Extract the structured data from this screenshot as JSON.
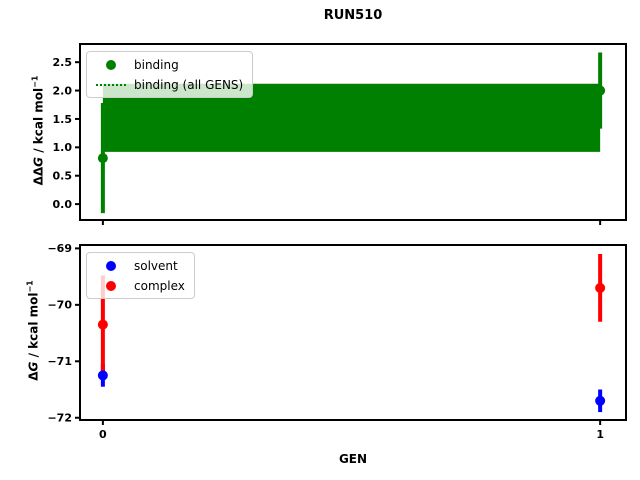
{
  "title": "RUN510",
  "xlabel": "GEN",
  "colors": {
    "binding_green": "#008000",
    "solvent_blue": "#0000ff",
    "complex_red": "#ff0000",
    "axis_black": "#000000",
    "legend_border": "#cccccc"
  },
  "chart_data": [
    {
      "id": "ddg",
      "type": "scatter",
      "title": "RUN510",
      "ylabel_text": "ΔΔG / kcal mol⁻¹",
      "ylabel": {
        "prefix": "ΔΔ",
        "var": "G",
        "unit": " / kcal mol",
        "sup": "−1"
      },
      "ylim": [
        -0.28,
        2.82
      ],
      "xlim": [
        -0.046,
        1.052
      ],
      "yticks": [
        {
          "v": 0.0,
          "label": "0.0"
        },
        {
          "v": 0.5,
          "label": "0.5"
        },
        {
          "v": 1.0,
          "label": "1.0"
        },
        {
          "v": 1.5,
          "label": "1.5"
        },
        {
          "v": 2.0,
          "label": "2.0"
        },
        {
          "v": 2.5,
          "label": "2.5"
        }
      ],
      "xticks": [
        {
          "v": 0,
          "label": ""
        },
        {
          "v": 1,
          "label": ""
        }
      ],
      "band": {
        "x0": 0,
        "x1": 1,
        "lo": 0.92,
        "hi": 2.12,
        "color": "#008000",
        "label": "binding (all GENS)"
      },
      "series": [
        {
          "name": "binding",
          "color": "#008000",
          "points": [
            {
              "x": 0,
              "y": 0.81,
              "err_lo": 0.97,
              "err_hi": 0.97
            },
            {
              "x": 1,
              "y": 2.0,
              "err_lo": 0.67,
              "err_hi": 0.67
            }
          ]
        }
      ],
      "legend": [
        {
          "label": "binding",
          "marker": "dot",
          "color": "#008000"
        },
        {
          "label": "binding (all GENS)",
          "marker": "dotted-line",
          "color": "#008000"
        }
      ],
      "legend_position": "upper-left",
      "grid": false
    },
    {
      "id": "dg",
      "type": "scatter",
      "xlabel": "GEN",
      "ylabel_text": "ΔG / kcal mol⁻¹",
      "ylabel": {
        "prefix": "Δ",
        "var": "G",
        "unit": " / kcal mol",
        "sup": "−1"
      },
      "ylim": [
        -72.04,
        -68.94
      ],
      "xlim": [
        -0.046,
        1.052
      ],
      "yticks": [
        {
          "v": -72,
          "label": "−72"
        },
        {
          "v": -71,
          "label": "−71"
        },
        {
          "v": -70,
          "label": "−70"
        },
        {
          "v": -69,
          "label": "−69"
        }
      ],
      "xticks": [
        {
          "v": 0,
          "label": "0"
        },
        {
          "v": 1,
          "label": "1"
        }
      ],
      "series": [
        {
          "name": "solvent",
          "color": "#0000ff",
          "points": [
            {
              "x": 0,
              "y": -71.25,
              "err_lo": 0.2,
              "err_hi": 0.2
            },
            {
              "x": 1,
              "y": -71.7,
              "err_lo": 0.2,
              "err_hi": 0.2
            }
          ]
        },
        {
          "name": "complex",
          "color": "#ff0000",
          "points": [
            {
              "x": 0,
              "y": -70.35,
              "err_lo": 0.87,
              "err_hi": 0.87
            },
            {
              "x": 1,
              "y": -69.7,
              "err_lo": 0.6,
              "err_hi": 0.6
            }
          ]
        }
      ],
      "legend": [
        {
          "label": "solvent",
          "marker": "dot",
          "color": "#0000ff"
        },
        {
          "label": "complex",
          "marker": "dot",
          "color": "#ff0000"
        }
      ],
      "legend_position": "upper-left",
      "grid": false
    }
  ]
}
